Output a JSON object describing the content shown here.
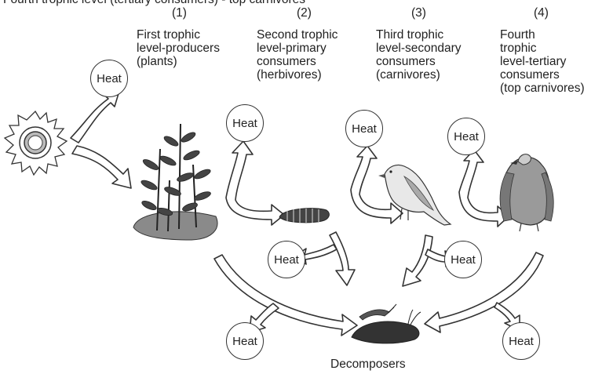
{
  "top_text": "Fourth trophic level (tertiary consumers) - top carnivores",
  "levels": [
    {
      "number": "(1)",
      "label": "First trophic\nlevel-producers\n(plants)"
    },
    {
      "number": "(2)",
      "label": "Second trophic\nlevel-primary\nconsumers\n(herbivores)"
    },
    {
      "number": "(3)",
      "label": "Third trophic\nlevel-secondary\nconsumers\n(carnivores)"
    },
    {
      "number": "(4)",
      "label": "Fourth\ntrophic\nlevel-tertiary\nconsumers\n(top carnivores)"
    }
  ],
  "heat_label": "Heat",
  "decomposers_label": "Decomposers",
  "colors": {
    "stroke": "#333333",
    "fill": "#ffffff",
    "text": "#222222"
  },
  "icons": [
    "sun-icon",
    "plants-icon",
    "caterpillar-icon",
    "bird-icon",
    "vulture-icon",
    "decomposers-icon"
  ]
}
